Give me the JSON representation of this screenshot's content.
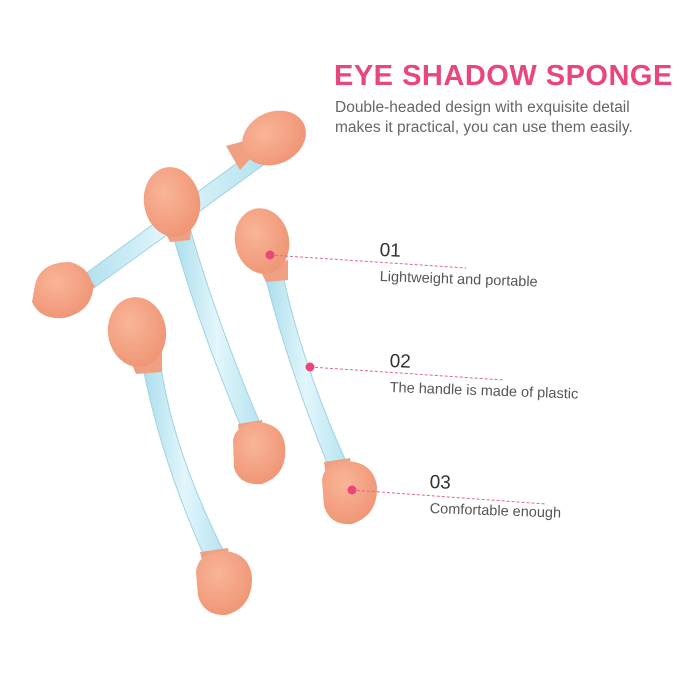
{
  "header": {
    "title": "EYE SHADOW SPONGE",
    "description_lines": [
      "Double-headed design with exquisite detail",
      "makes it practical, you can use them easily."
    ]
  },
  "features": [
    {
      "number": "01",
      "text": "Lightweight and portable"
    },
    {
      "number": "02",
      "text": "The handle is made of plastic"
    },
    {
      "number": "03",
      "text": "Comfortable enough"
    }
  ],
  "colors": {
    "accent": "#e8467c",
    "sponge": "#f4a384",
    "handle": "#c8ebf5",
    "marker": "#e8467c",
    "leader_line": "#d76a8e"
  }
}
